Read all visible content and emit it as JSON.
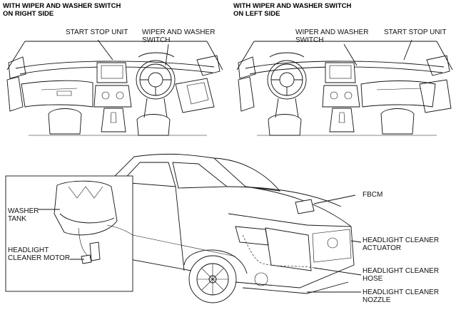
{
  "headings": {
    "right_side": "WITH WIPER AND WASHER SWITCH\nON RIGHT SIDE",
    "left_side": "WITH WIPER AND WASHER SWITCH\nON LEFT SIDE"
  },
  "callouts": {
    "rhd_start_stop": "START STOP UNIT",
    "rhd_wiper_switch": "WIPER AND WASHER\nSWITCH",
    "lhd_wiper_switch": "WIPER AND WASHER\nSWITCH",
    "lhd_start_stop": "START STOP UNIT",
    "fbcm": "FBCM",
    "washer_tank": "WASHER\nTANK",
    "cleaner_motor": "HEADLIGHT\nCLEANER MOTOR",
    "cleaner_actuator": "HEADLIGHT CLEANER\nACTUATOR",
    "cleaner_hose": "HEADLIGHT CLEANER\nHOSE",
    "cleaner_nozzle": "HEADLIGHT CLEANER\nNOZZLE"
  }
}
